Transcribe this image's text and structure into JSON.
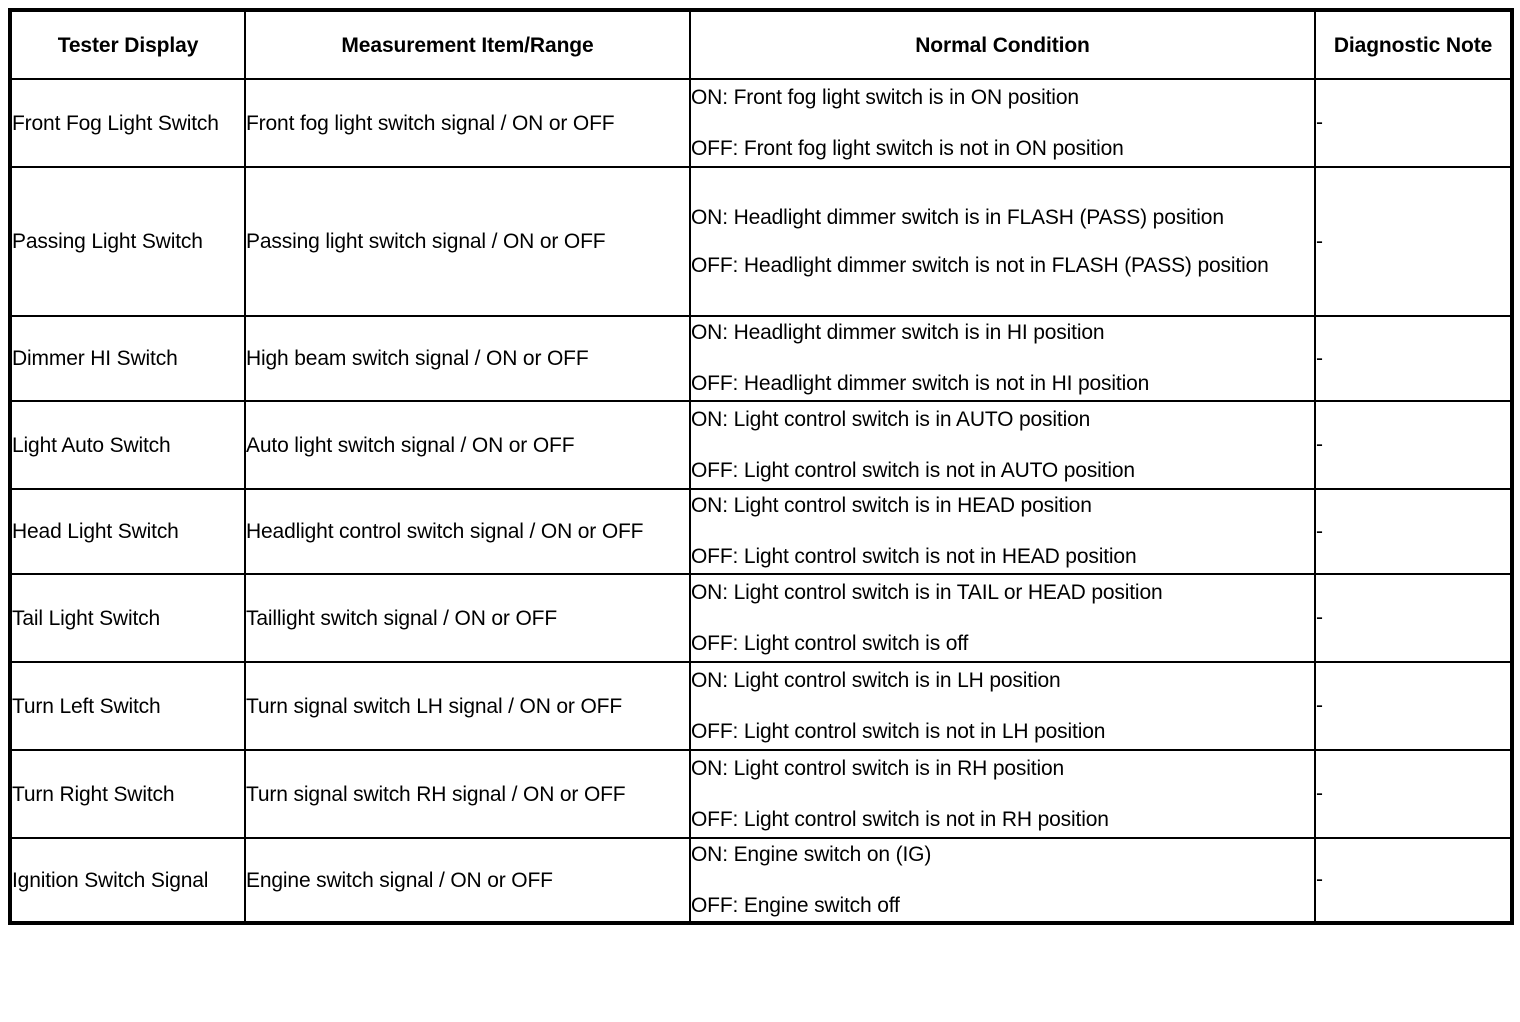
{
  "table": {
    "headers": [
      "Tester Display",
      "Measurement Item/Range",
      "Normal Condition",
      "Diagnostic Note"
    ],
    "rows": [
      {
        "tester_display": "Front Fog Light Switch",
        "measurement": "Front fog light switch signal / ON or OFF",
        "condition_on": "ON: Front fog light switch is in ON position",
        "condition_off": "OFF: Front fog light switch is not in ON position",
        "note": "-"
      },
      {
        "tester_display": "Passing Light Switch",
        "measurement": "Passing light switch signal / ON or OFF",
        "condition_on": "ON: Headlight dimmer switch is in FLASH (PASS) position",
        "condition_off": "OFF: Headlight dimmer switch is not in FLASH (PASS) position",
        "note": "-"
      },
      {
        "tester_display": "Dimmer HI Switch",
        "measurement": "High beam switch signal / ON or OFF",
        "condition_on": "ON: Headlight dimmer switch is in HI position",
        "condition_off": "OFF: Headlight dimmer switch is not in HI position",
        "note": "-"
      },
      {
        "tester_display": "Light Auto Switch",
        "measurement": "Auto light switch signal / ON or OFF",
        "condition_on": "ON: Light control switch is in AUTO position",
        "condition_off": "OFF: Light control switch is not in AUTO position",
        "note": "-"
      },
      {
        "tester_display": "Head Light Switch",
        "measurement": "Headlight control switch signal / ON or OFF",
        "condition_on": "ON: Light control switch is in HEAD position",
        "condition_off": "OFF: Light control switch is not in HEAD position",
        "note": "-"
      },
      {
        "tester_display": "Tail Light Switch",
        "measurement": "Taillight switch signal / ON or OFF",
        "condition_on": "ON: Light control switch is in TAIL or HEAD position",
        "condition_off": "OFF: Light control switch is off",
        "note": "-"
      },
      {
        "tester_display": "Turn Left Switch",
        "measurement": "Turn signal switch LH signal / ON or OFF",
        "condition_on": "ON: Light control switch is in LH position",
        "condition_off": "OFF: Light control switch is not in LH position",
        "note": "-"
      },
      {
        "tester_display": "Turn Right Switch",
        "measurement": "Turn signal switch RH signal / ON or OFF",
        "condition_on": "ON: Light control switch is in RH position",
        "condition_off": "OFF: Light control switch is not in RH position",
        "note": "-"
      },
      {
        "tester_display": "Ignition Switch Signal",
        "measurement": "Engine switch signal / ON or OFF",
        "condition_on": "ON: Engine switch on (IG)",
        "condition_off": "OFF: Engine switch off",
        "note": "-"
      }
    ]
  },
  "style": {
    "text_color": "#000000",
    "background_color": "#ffffff",
    "border_color": "#000000"
  }
}
